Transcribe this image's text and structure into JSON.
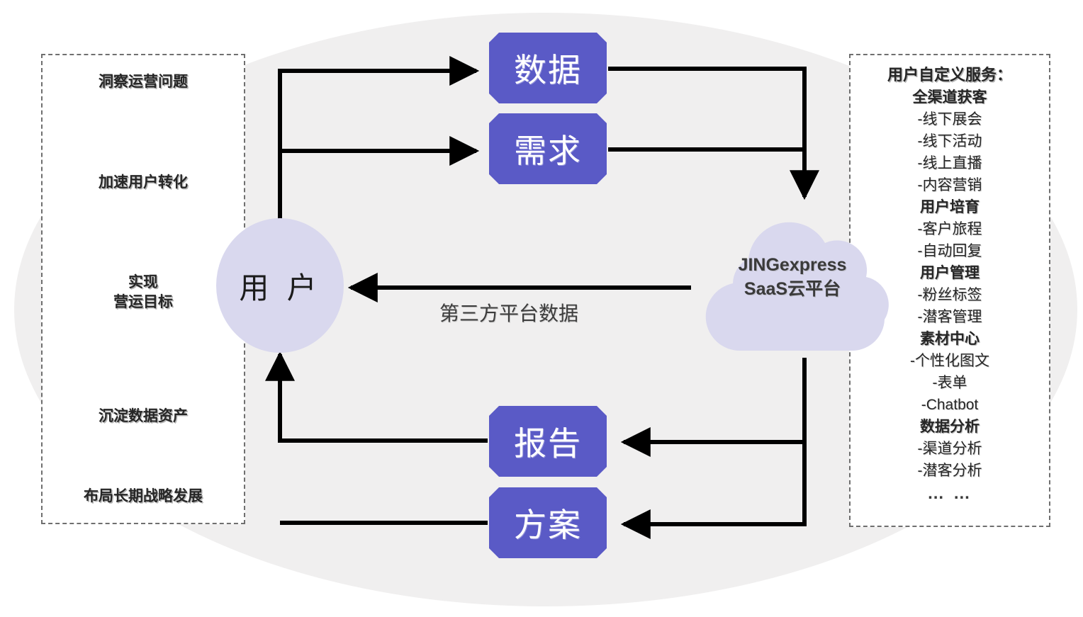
{
  "background": {
    "canvas_color": "#ffffff",
    "ellipse_color": "#f0efef",
    "accent_blue": "#5a5ac6",
    "lavender": "#d9d8ee",
    "dash_border": "#6f6f6f"
  },
  "left_panel": {
    "name": "business-goals",
    "items": [
      {
        "label": "洞察运营问题"
      },
      {
        "label": "加速用户转化"
      },
      {
        "label": "实现\n营运目标",
        "line1": "实现",
        "line2": "营运目标"
      },
      {
        "label": "沉淀数据资产"
      },
      {
        "label": "布局长期战略发展"
      }
    ]
  },
  "right_panel": {
    "title": "用户自定义服务：",
    "groups": [
      {
        "head": "全渠道获客",
        "items": [
          "-线下展会",
          "-线下活动",
          "-线上直播",
          "-内容营销"
        ]
      },
      {
        "head": "用户培育",
        "items": [
          "-客户旅程",
          "-自动回复"
        ]
      },
      {
        "head": "用户管理",
        "items": [
          "-粉丝标签",
          "-潜客管理"
        ]
      },
      {
        "head": "素材中心",
        "items": [
          "-个性化图文",
          "-表单",
          "-Chatbot"
        ]
      },
      {
        "head": "数据分析",
        "items": [
          "-渠道分析",
          "-潜客分析"
        ]
      }
    ],
    "more": "… …"
  },
  "nodes": {
    "user": "用 户",
    "cloud_line1": "JINGexpress",
    "cloud_line2": "SaaS云平台",
    "boxes": [
      {
        "id": "data",
        "label": "数据"
      },
      {
        "id": "demand",
        "label": "需求"
      },
      {
        "id": "report",
        "label": "报告"
      },
      {
        "id": "solution",
        "label": "方案"
      }
    ]
  },
  "edges": {
    "third_party_label": "第三方平台数据"
  }
}
